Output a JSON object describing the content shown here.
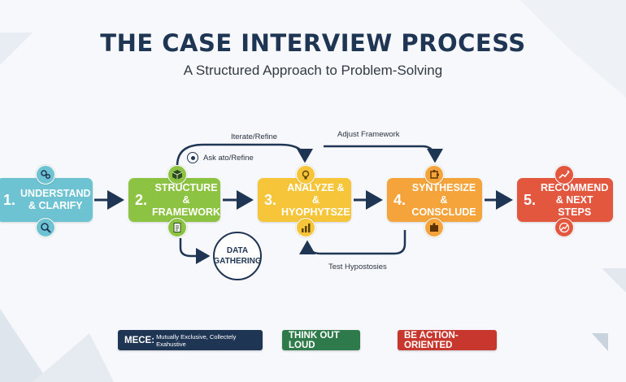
{
  "header": {
    "title": "THE CASE INTERVIEW PROCESS",
    "subtitle": "A Structured Approach to Problem-Solving"
  },
  "steps": [
    {
      "number": "1.",
      "label": "UNDERSTAND\n& CLARIFY",
      "color": "#6ec3d3",
      "icons": [
        "gears-icon",
        "magnifier-icon"
      ]
    },
    {
      "number": "2.",
      "label": "STRUCTURE\n& FRAMEWORK",
      "color": "#8dc342",
      "icons": [
        "cube-icon",
        "document-icon"
      ]
    },
    {
      "number": "3.",
      "label": "ANALYZE &\n& HYOPHYTSZE",
      "color": "#f6c53a",
      "icons": [
        "lightbulb-icon",
        "bar-chart-icon"
      ]
    },
    {
      "number": "4.",
      "label": "SYNTHESIZE\n& CONSCLUDE",
      "color": "#f4a43a",
      "icons": [
        "puzzle-icon",
        "puzzle-piece-icon"
      ]
    },
    {
      "number": "5.",
      "label": "RECOMMEND\n& NEXT STEPS",
      "color": "#e4573f",
      "icons": [
        "trend-up-icon",
        "growth-chart-icon"
      ]
    }
  ],
  "feedback": {
    "iterate": "Iterate/Refine",
    "adjust": "Adjust Framework",
    "ask": "Ask ato/Refine",
    "test": "Test Hypostosies",
    "data_gathering": "DATA\nGATHERING"
  },
  "principles": {
    "mece_key": "MECE:",
    "mece_desc": "Mutually Exclusive, Collectely Exahustive",
    "think": "THINK OUT LOUD",
    "action": "BE ACTION-ORIENTED"
  },
  "colors": {
    "navy": "#1f3554",
    "green": "#2e7a4a",
    "red": "#c8372e"
  }
}
